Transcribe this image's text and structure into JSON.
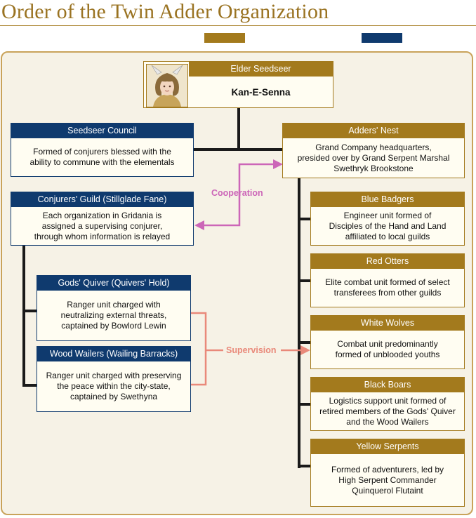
{
  "title": "Order of the Twin Adder Organization",
  "colors": {
    "gold": "#a37a1d",
    "blue": "#0f3a6e",
    "cooperation": "#cc66b8",
    "supervision": "#e9897a"
  },
  "elder": {
    "header": "Elder Seedseer",
    "name": "Kan-E-Senna",
    "portrait": "elf-portrait"
  },
  "left": [
    {
      "header": "Seedseer Council",
      "body": "Formed of conjurers blessed with the\nability to commune with the elementals"
    },
    {
      "header": "Conjurers' Guild (Stillglade Fane)",
      "body": "Each organization in Gridania is\nassigned a supervising conjurer,\nthrough whom information is relayed"
    },
    {
      "header": "Gods' Quiver (Quivers' Hold)",
      "body": "Ranger unit charged with\nneutralizing external threats,\ncaptained by Bowlord Lewin"
    },
    {
      "header": "Wood Wailers (Wailing Barracks)",
      "body": "Ranger unit charged with preserving\nthe peace within the city-state,\ncaptained by Swethyna"
    }
  ],
  "right": [
    {
      "header": "Adders' Nest",
      "body": "Grand Company headquarters,\npresided over by Grand Serpent Marshal\nSwethryk Brookstone"
    },
    {
      "header": "Blue Badgers",
      "body": "Engineer unit formed of\nDisciples of the Hand and Land\naffiliated to local guilds"
    },
    {
      "header": "Red Otters",
      "body": "Elite combat unit formed of select\ntransferees from other guilds"
    },
    {
      "header": "White Wolves",
      "body": "Combat unit predominantly\nformed of unblooded youths"
    },
    {
      "header": "Black Boars",
      "body": "Logistics support unit formed of\nretired members  of the Gods' Quiver\nand the Wood Wailers"
    },
    {
      "header": "Yellow Serpents",
      "body": "Formed of adventurers, led by\nHigh Serpent Commander\nQuinquerol Flutaint"
    }
  ],
  "relations": {
    "cooperation": "Cooperation",
    "supervision": "Supervision"
  }
}
